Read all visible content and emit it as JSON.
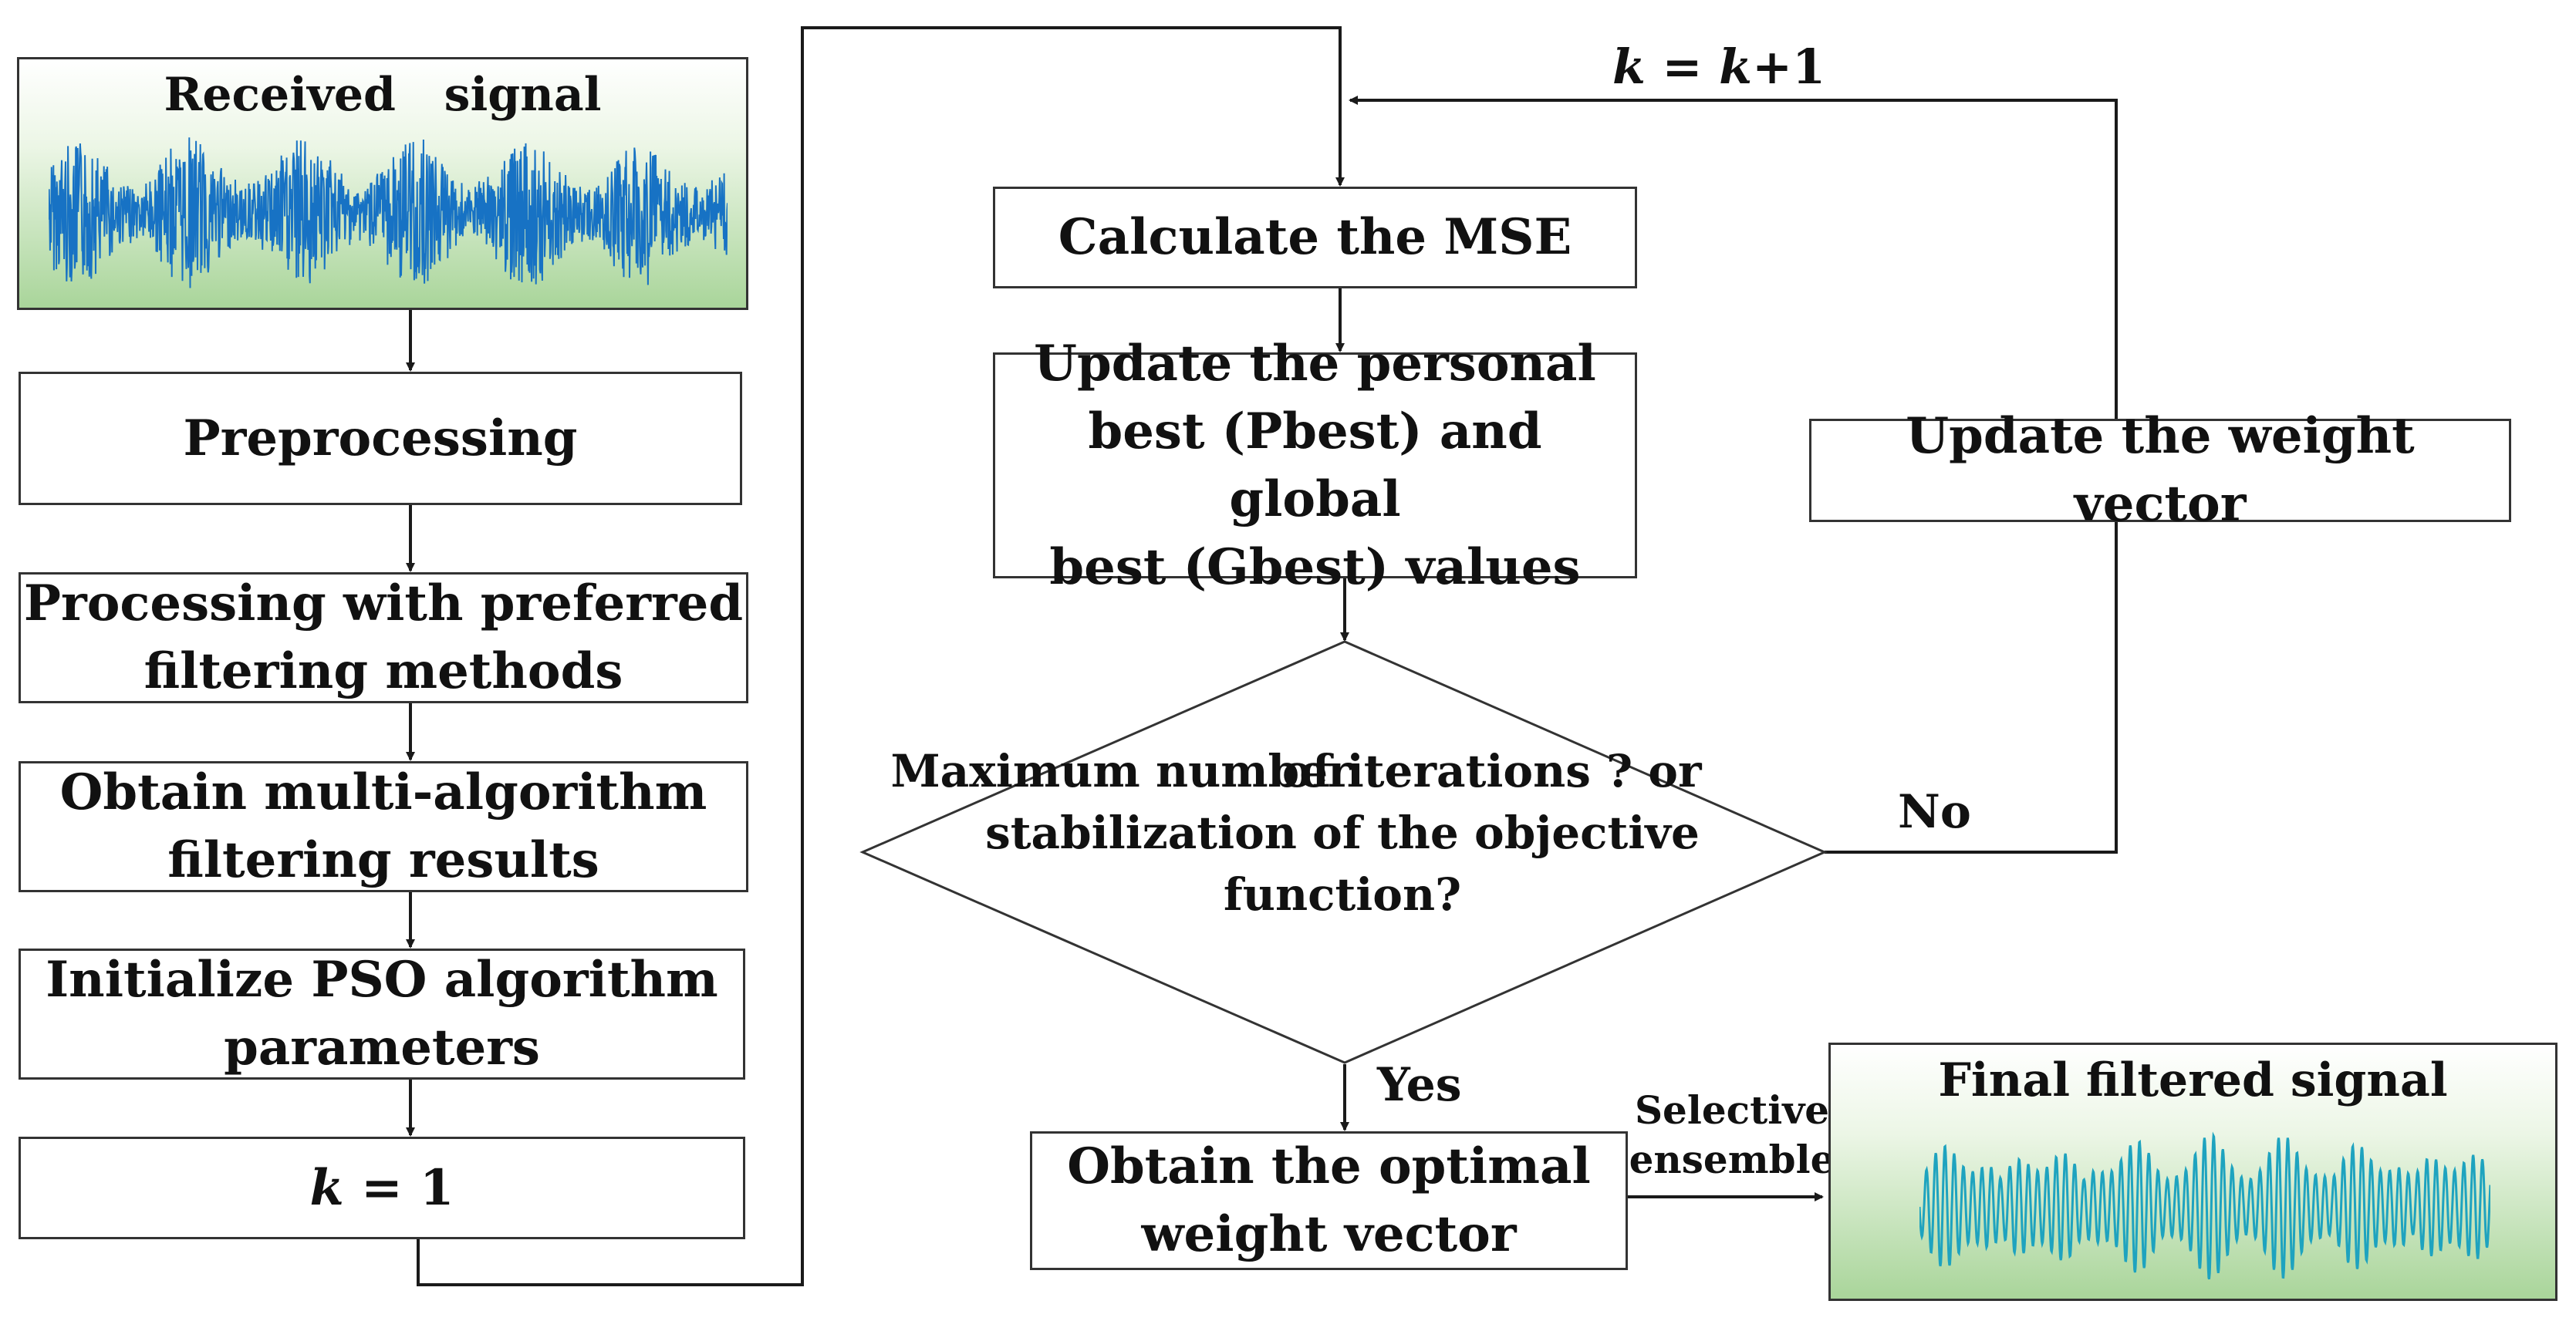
{
  "signals": {
    "received": {
      "title": "Received   signal",
      "wave_color": "#1772c4"
    },
    "final": {
      "title": "Final filtered signal",
      "wave_color": "#1ea3bf"
    }
  },
  "left_steps": {
    "preprocessing": "Preprocessing",
    "processing_line1": "Processing with preferred",
    "processing_line2": "filtering methods",
    "obtain_line1": "Obtain multi-algorithm",
    "obtain_line2": "filtering results",
    "init_line1": "Initialize PSO algorithm",
    "init_line2": "parameters",
    "k_init_var": "k",
    "k_init_rest": " = 1"
  },
  "loop": {
    "mse": "Calculate the MSE",
    "update_line1": "Update the personal",
    "update_line2": "best (Pbest) and global",
    "update_line3": "best (Gbest) values",
    "weight_update": "Update the weight vector",
    "k_increment_var1": "k",
    "k_increment_mid": " = ",
    "k_increment_var2": "k",
    "k_increment_end": "+1"
  },
  "decision": {
    "line1": "Maximum number",
    "line2": "of iterations ? or",
    "line3": "stabilization of the objective",
    "line4": "function?",
    "no_label": "No",
    "yes_label": "Yes"
  },
  "result": {
    "line1": "Obtain the optimal",
    "line2": "weight vector",
    "edge_line1": "Selective",
    "edge_line2": "ensemble"
  },
  "colors": {
    "line": "#1a1a1a",
    "box_border": "#333333",
    "signal_bg_top": "#ffffff",
    "signal_bg_bottom": "#a9d59a"
  }
}
